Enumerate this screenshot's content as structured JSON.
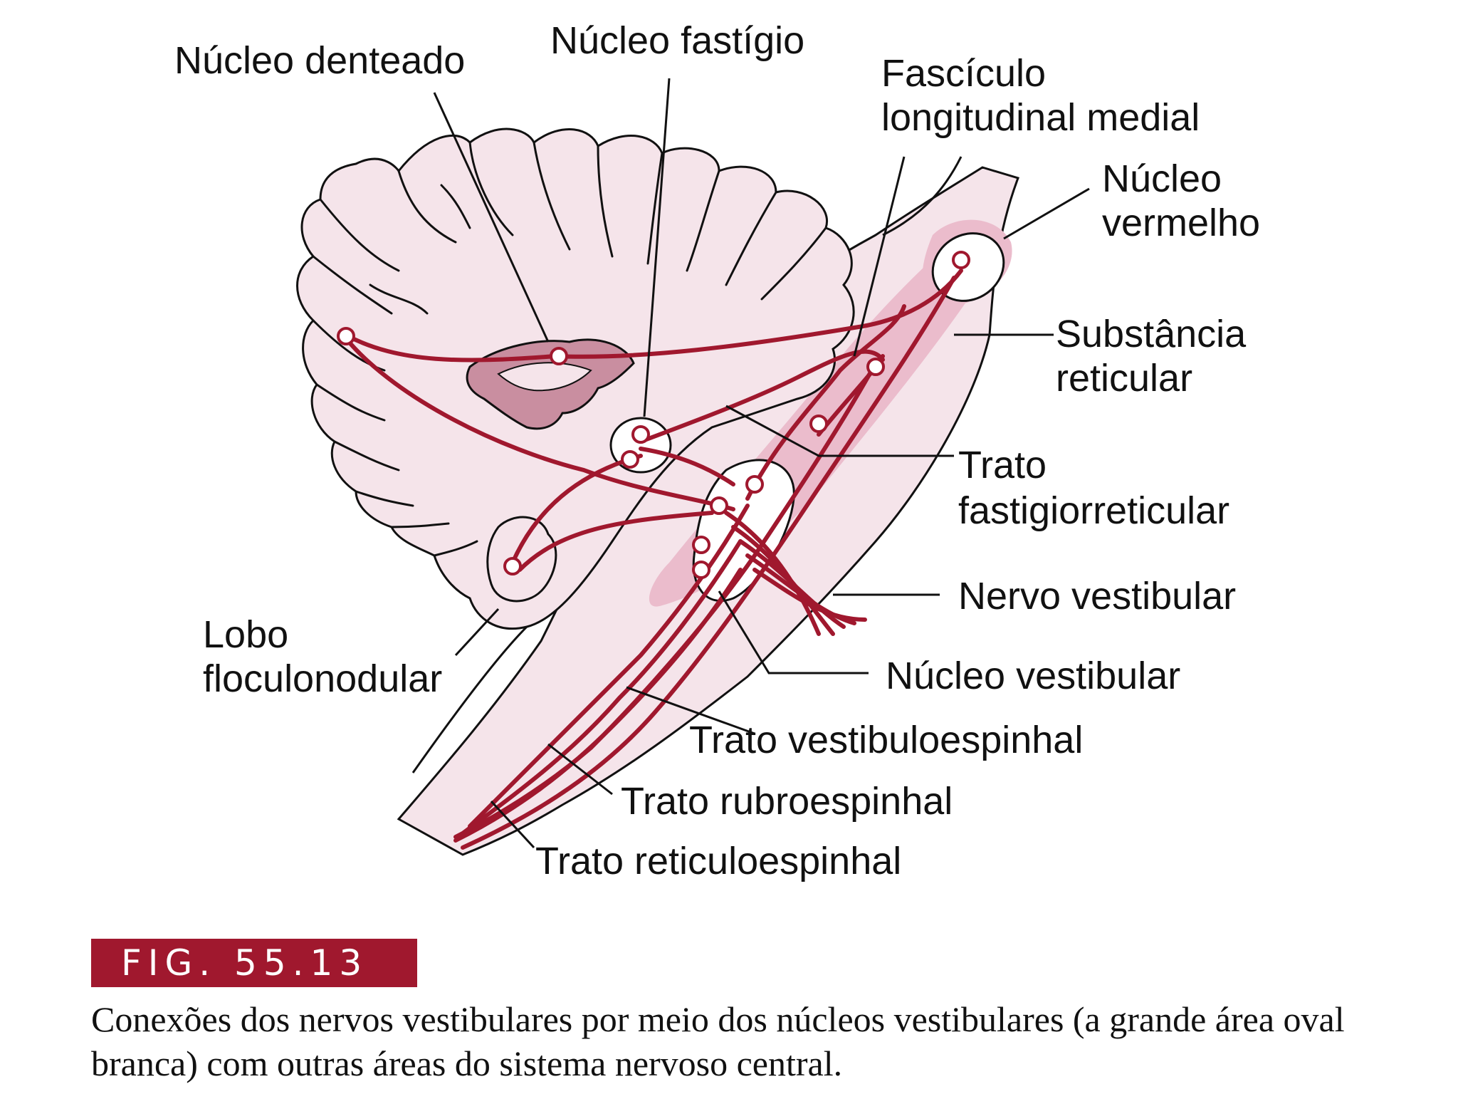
{
  "labels": {
    "nucleo_denteado": "Núcleo denteado",
    "nucleo_fastigio": "Núcleo fastígio",
    "fasciculo_1": "Fascículo",
    "fasciculo_2": "longitudinal medial",
    "nucleo_vermelho_1": "Núcleo",
    "nucleo_vermelho_2": "vermelho",
    "substancia_1": "Substância",
    "substancia_2": "reticular",
    "fastigio_ret_1": "Trato",
    "fastigio_ret_2": "fastigiorreticular",
    "nervo_vestibular": "Nervo vestibular",
    "nucleo_vestibular": "Núcleo vestibular",
    "lobo_1": "Lobo",
    "lobo_2": "floculonodular",
    "trato_vestibuloespinhal": "Trato vestibuloespinhal",
    "trato_rubroespinhal": "Trato rubroespinhal",
    "trato_reticuloespinhal": "Trato reticuloespinhal"
  },
  "figure": {
    "number": "FIG. 55.13",
    "caption": "Conexões dos nervos vestibulares por meio dos núcleos vestibulares (a grande área oval branca) com outras áreas do sistema nervoso central."
  },
  "colors": {
    "tissue": "#f5e4ea",
    "reticular_shade": "#ebbccc",
    "dentate": "#c98ea0",
    "pathway": "#a0182e",
    "badge": "#a0182e"
  }
}
